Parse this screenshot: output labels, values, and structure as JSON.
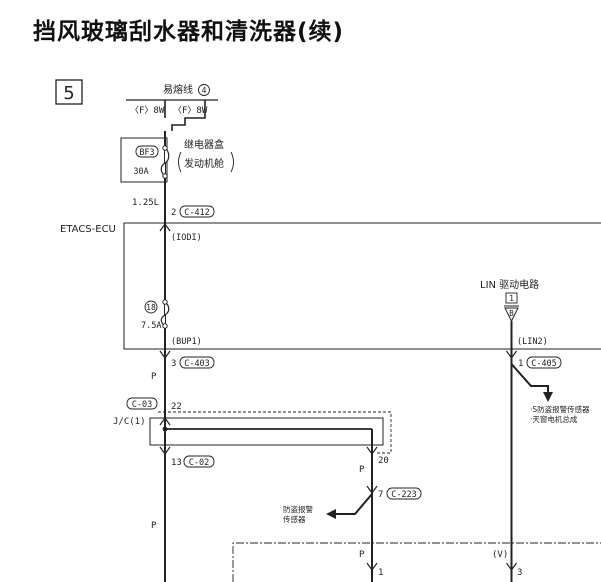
{
  "title": "挡风玻璃刮水器和清洗器(续)",
  "page_box": "5",
  "fusible_link": {
    "label": "易熔线",
    "num": "4",
    "left": "〈F〉8W",
    "right": "〈F〉8W"
  },
  "relay_box": {
    "title": "继电器盒",
    "location": "发动机舱",
    "fuse": "BF3",
    "amp": "30A"
  },
  "wire_125": "1.25L",
  "conn_c412": {
    "pin": "2",
    "name": "C-412"
  },
  "ecu": {
    "name": "ETACS-ECU",
    "pin_iodi": "(IODI)",
    "fuse": "18",
    "fuse_amp": "7.5A",
    "pin_bup1": "(BUP1)",
    "pin_lin2": "(LIN2)"
  },
  "lin": {
    "label": "LIN 驱动电路",
    "num": "1",
    "b": "B"
  },
  "conn_c403": {
    "pin": "3",
    "name": "C-403"
  },
  "conn_c405": {
    "pin": "1",
    "name": "C-405"
  },
  "sensors_right": {
    "line1": "·S防盗报警传感器",
    "line2": "·天窗电机总成"
  },
  "color_p": "P",
  "conn_c03": {
    "name": "C-03",
    "pin": "22"
  },
  "jc": "J/C(1)",
  "conn_c02": {
    "pin": "13",
    "name": "C-02"
  },
  "pin_20": "20",
  "conn_c223": {
    "pin": "7",
    "name": "C-223"
  },
  "sensor_left": {
    "line1": "防盗报警",
    "line2": "传感器"
  },
  "bottom_pin1": "1",
  "bottom_v": "(V)",
  "bottom_pin3": "3"
}
